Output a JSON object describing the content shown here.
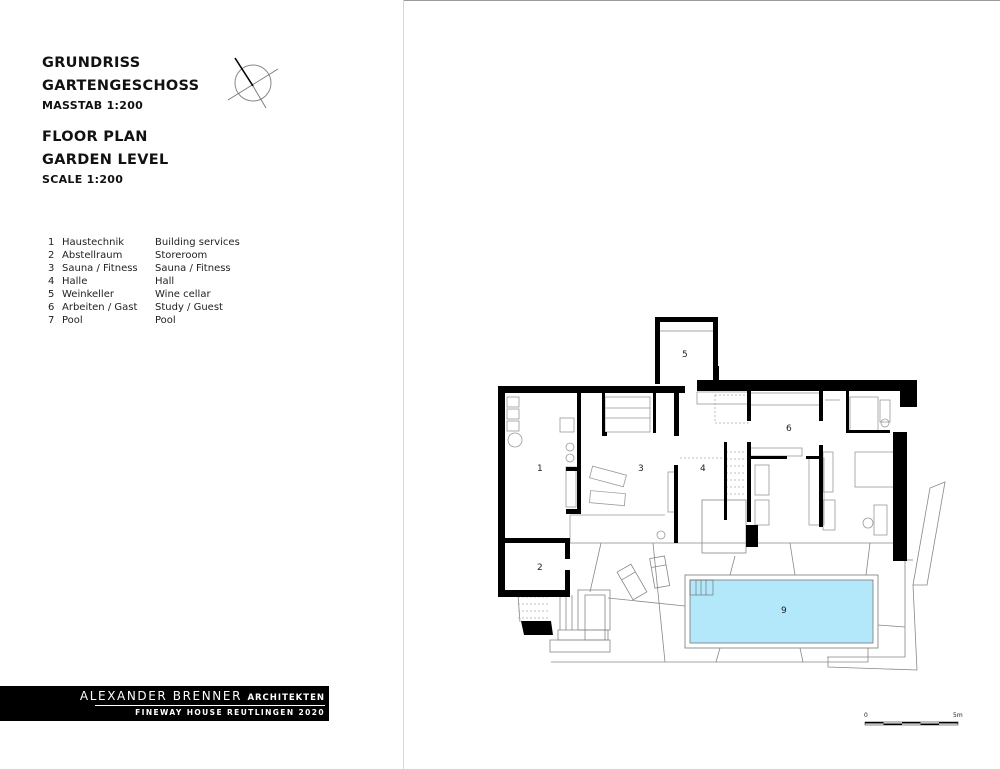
{
  "title": {
    "de_line1": "GRUNDRISS",
    "de_line2": "GARTENGESCHOSS",
    "de_scale": "MASSTAB 1:200",
    "en_line1": "FLOOR PLAN",
    "en_line2": "GARDEN LEVEL",
    "en_scale": "SCALE 1:200"
  },
  "compass": {
    "icon": "north-arrow-icon"
  },
  "legend": [
    {
      "num": "1",
      "de": "Haustechnik",
      "en": "Building services"
    },
    {
      "num": "2",
      "de": "Abstellraum",
      "en": "Storeroom"
    },
    {
      "num": "3",
      "de": "Sauna / Fitness",
      "en": "Sauna / Fitness"
    },
    {
      "num": "4",
      "de": "Halle",
      "en": "Hall"
    },
    {
      "num": "5",
      "de": "Weinkeller",
      "en": "Wine cellar"
    },
    {
      "num": "6",
      "de": "Arbeiten / Gast",
      "en": "Study / Guest"
    },
    {
      "num": "7",
      "de": "Pool",
      "en": "Pool"
    }
  ],
  "brand": {
    "name": "ALEXANDER BRENNER",
    "suffix": "ARCHITEKTEN",
    "project": "FINEWAY HOUSE  REUTLINGEN  2020"
  },
  "plan": {
    "room_labels": [
      "1",
      "2",
      "3",
      "4",
      "5",
      "6",
      "9"
    ],
    "pool_color": "#b3e8fb",
    "wall_color": "#000000"
  },
  "scalebar": {
    "start": "0",
    "end": "5m"
  }
}
